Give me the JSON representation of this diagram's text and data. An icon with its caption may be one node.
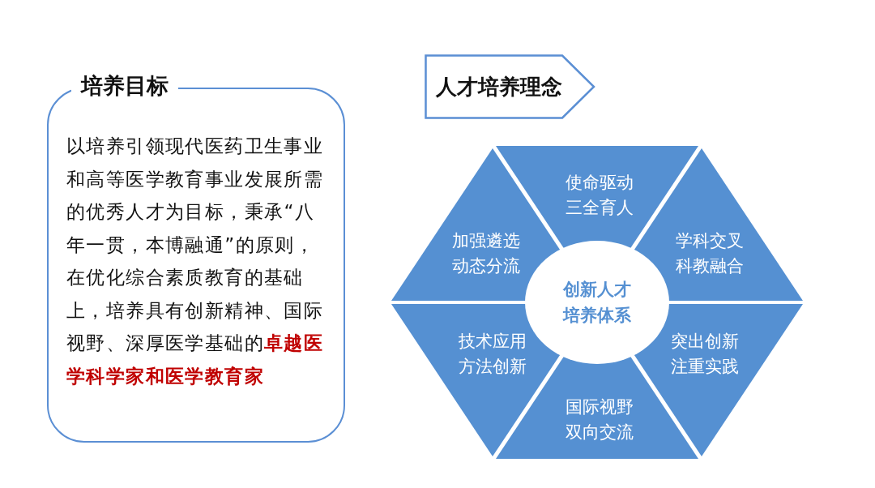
{
  "diagram": {
    "nodes": [
      {
        "text": [
          "培养目标",
          "以培养引领现代医药卫生事业和高等医学教育事业发展所需的优秀人才为目标，秉承“八年一贯，本博融通”的原则，在优化综合素质教育的基础上，培养具有创新精神、国际视野、深厚医学基础的**卓越医学科学家和医学教育家**"
        ]
      },
      {
        "text": [
          "人才培养理念"
        ]
      },
      {
        "text": [
          "使命驱动三全育人"
        ]
      },
      {
        "text": [
          "加强遴选动态分流"
        ]
      },
      {
        "text": [
          "学科交叉科教融合"
        ]
      },
      {
        "text": [
          "创新人才培养体系"
        ]
      },
      {
        "text": [
          "技术应用方法创新"
        ]
      },
      {
        "text": [
          "突出创新注重实践"
        ]
      },
      {
        "text": [
          "国际视野双向交流"
        ]
      }
    ],
    "edges": []
  }
}
